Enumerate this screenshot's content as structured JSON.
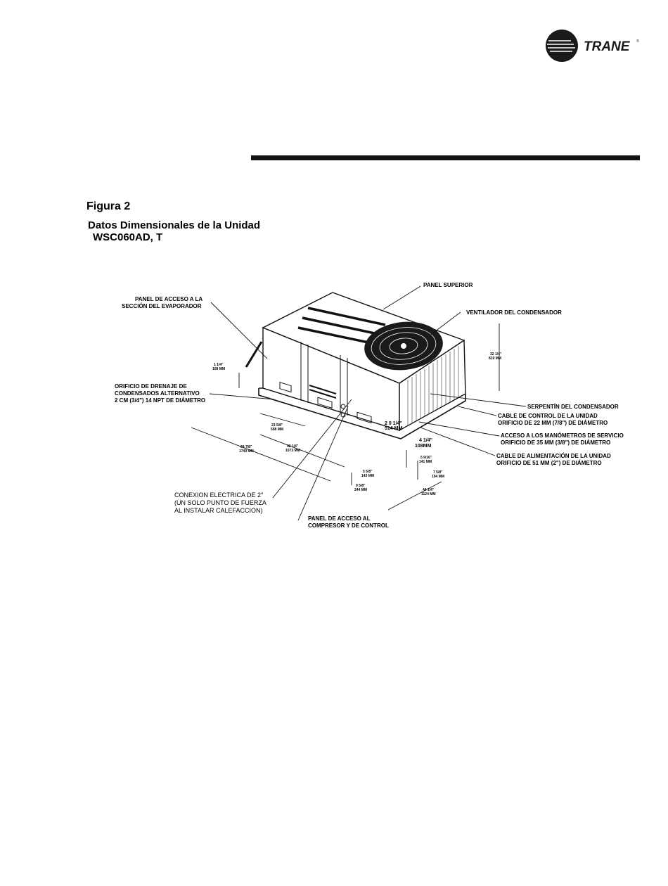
{
  "header": {
    "brand": "TRANE"
  },
  "figure": {
    "number": "Figura 2",
    "subtitle_line1": "Datos Dimensionales de la Unidad",
    "subtitle_line2": "WSC060AD, T"
  },
  "callouts": {
    "panel_superior": "PANEL SUPERIOR",
    "ventilador": "VENTILADOR DEL CONDENSADOR",
    "evap_1": "PANEL DE ACCESO A LA",
    "evap_2": "SECCIÓN DEL EVAPORADOR",
    "drain_1": "ORIFICIO DE DRENAJE DE",
    "drain_2": "CONDENSADOS ALTERNATIVO",
    "drain_3": "2 CM (3/4\") 14 NPT DE DIÁMETRO",
    "serpentin": "SERPENTÍN DEL CONDENSADOR",
    "control_1": "CABLE DE CONTROL DE LA UNIDAD",
    "control_2": "ORIFICIO DE 22 MM (7/8\") DE DIÁMETRO",
    "mano_1": "ACCESO A LOS MANÓMETROS DE SERVICIO",
    "mano_2": "ORIFICIO DE 35 MM (3/8\") DE DIÁMETRO",
    "alim_1": "CABLE DE ALIMENTACIÓN DE LA UNIDAD",
    "alim_2": "ORIFICIO DE 51 MM (2\") DE DIÁMETRO",
    "conex_1": "CONEXION ELECTRICA DE 2\"",
    "conex_2": "(UN SOLO PUNTO DE FUERZA",
    "conex_3": "AL INSTALAR CALEFACCION)",
    "comp_1": "PANEL DE ACCESO AL",
    "comp_2": "COMPRESOR Y DE CONTROL"
  },
  "dimensions": {
    "d_height_in": "32 1/4\"",
    "d_height_mm": "819 MM",
    "d_side_in": "1 1/4\"",
    "d_side_mm": "108 MM",
    "d_a_in": "23 5/8\"",
    "d_a_mm": "598 MM",
    "d_b_in": "42 1/4\"",
    "d_b_mm": "1073 MM",
    "d_len_in": "68 7/8\"",
    "d_len_mm": "1749 MM",
    "d_c_in": "5 5/8\"",
    "d_c_mm": "143 MM",
    "d_d_in": "9 5/8\"",
    "d_d_mm": "244 MM",
    "d_e_in": "5 9/16\"",
    "d_e_mm": "141 MM",
    "d_f_in": "7 5/8\"",
    "d_f_mm": "194 MM",
    "d_w_in": "44 1/4\"",
    "d_w_mm": "1124 MM",
    "d_g_in": "2 0 1/4\"",
    "d_g_mm": "514 MM",
    "d_h_in": "4 1/4\"",
    "d_h_mm": "108MM"
  }
}
